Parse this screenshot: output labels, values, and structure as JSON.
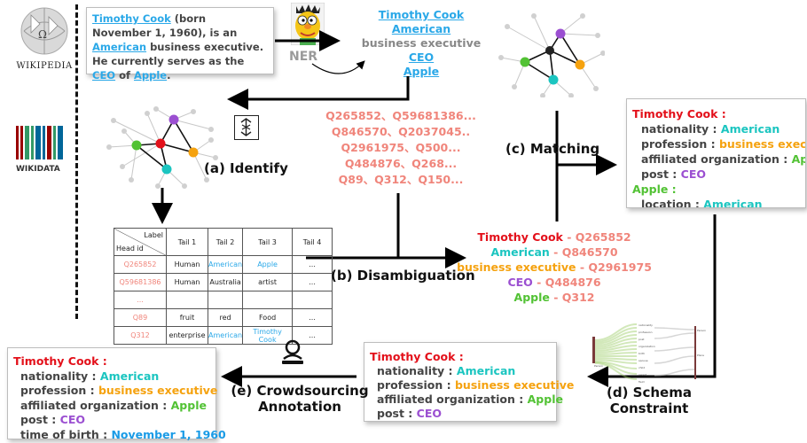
{
  "logos": {
    "wikipedia": "WIKIPEDIA",
    "wikidata": "WIKIDATA"
  },
  "text_box": {
    "entity1": "Timothy Cook",
    "part1": " (born November 1, 1960), is an ",
    "entity2": "American",
    "part2": " business executive. He currently serves as the ",
    "entity3": "CEO",
    "part3": " of ",
    "entity4": "Apple",
    "part4": "."
  },
  "ner": {
    "label": "NER",
    "mentions": [
      "Timothy Cook",
      "American",
      "business executive",
      "CEO",
      "Apple"
    ]
  },
  "identify_label": "(a) Identify",
  "candidate_ids": [
    "Q265852、Q59681386...",
    "Q846570、Q2037045..",
    "Q2961975、Q500...",
    "Q484876、Q268...",
    "Q89、Q312、Q150..."
  ],
  "table": {
    "header_label": "Label",
    "header_head": "Head id",
    "columns": [
      "Tail 1",
      "Tail 2",
      "Tail 3",
      "Tail 4"
    ],
    "rows": [
      [
        "Q265852",
        "Human",
        "American",
        "Apple",
        "..."
      ],
      [
        "Q59681386",
        "Human",
        "Australia",
        "artist",
        "..."
      ],
      [
        "...",
        "",
        "",
        "",
        ""
      ],
      [
        "Q89",
        "fruit",
        "red",
        "Food",
        "..."
      ],
      [
        "Q312",
        "enterprise",
        "American",
        "Timothy Cook",
        "..."
      ]
    ]
  },
  "disambiguation_label": "(b) Disambiguation",
  "linked": [
    {
      "name": "Timothy Cook",
      "id": "Q265852"
    },
    {
      "name": "American",
      "id": "Q846570"
    },
    {
      "name": "business executive",
      "id": "Q2961975"
    },
    {
      "name": "CEO",
      "id": "Q484876"
    },
    {
      "name": "Apple",
      "id": "Q312"
    }
  ],
  "sep": " - ",
  "matching_label": "(c) Matching",
  "match_box": {
    "subject": "Timothy Cook :",
    "rows": [
      {
        "key": "nationality : ",
        "val": "American"
      },
      {
        "key": "profession : ",
        "val": "business executive"
      },
      {
        "key": "affiliated organization : ",
        "val": "Apple"
      },
      {
        "key": "post : ",
        "val": "CEO"
      }
    ],
    "subject2": "Apple :",
    "row2": {
      "key": "location : ",
      "val": "American"
    }
  },
  "schema_label_1": "(d) Schema",
  "schema_label_2": "Constraint",
  "schema_box": {
    "subject": "Timothy Cook :",
    "rows": [
      {
        "key": "nationality : ",
        "val": "American"
      },
      {
        "key": "profession : ",
        "val": "business executive"
      },
      {
        "key": "affiliated organization : ",
        "val": "Apple"
      },
      {
        "key": "post : ",
        "val": "CEO"
      }
    ]
  },
  "crowd_label_1": "(e) Crowdsourcing",
  "crowd_label_2": "Annotation",
  "final_box": {
    "subject": "Timothy Cook :",
    "rows": [
      {
        "key": "nationality : ",
        "val": "American"
      },
      {
        "key": "profession : ",
        "val": "business executive"
      },
      {
        "key": "affiliated organization : ",
        "val": "Apple"
      },
      {
        "key": "post : ",
        "val": "CEO"
      },
      {
        "key": "time of birth : ",
        "val": "November 1, 1960"
      }
    ]
  }
}
